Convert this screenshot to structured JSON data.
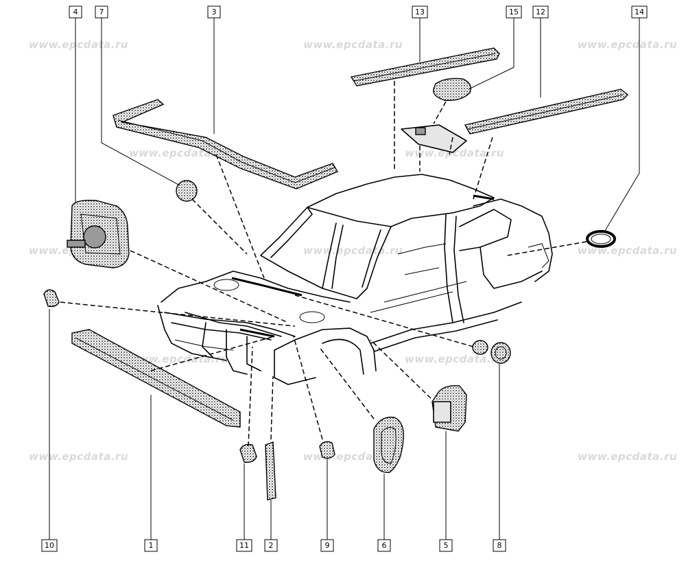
{
  "watermark": "www.epcdata.ru",
  "callouts": [
    {
      "label": "4"
    },
    {
      "label": "7"
    },
    {
      "label": "3"
    },
    {
      "label": "13"
    },
    {
      "label": "15"
    },
    {
      "label": "12"
    },
    {
      "label": "14"
    },
    {
      "label": "10"
    },
    {
      "label": "1"
    },
    {
      "label": "11"
    },
    {
      "label": "2"
    },
    {
      "label": "9"
    },
    {
      "label": "6"
    },
    {
      "label": "5"
    },
    {
      "label": "8"
    }
  ]
}
